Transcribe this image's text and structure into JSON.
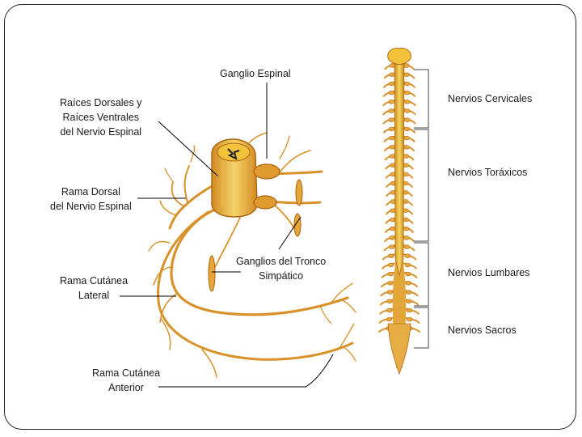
{
  "labels": {
    "ganglio_espinal": "Ganglio Espinal",
    "raices": [
      "Raíces Dorsales y",
      "Raíces Ventrales",
      "del Nervio Espinal"
    ],
    "rama_dorsal": [
      "Rama Dorsal",
      "del Nervio Espinal"
    ],
    "ganglios_tronco": [
      "Ganglios del Tronco",
      "Simpático"
    ],
    "rama_cutanea_lateral": [
      "Rama Cutánea",
      "Lateral"
    ],
    "rama_cutanea_anterior": [
      "Rama Cutánea",
      "Anterior"
    ],
    "nervios_cervicales": "Nervios Cervicales",
    "nervios_toraxicos": "Nervios Toráxicos",
    "nervios_lumbares": "Nervios Lumbares",
    "nervios_sacros": "Nervios Sacros"
  },
  "colors": {
    "nerve": "#d9912a",
    "nerve_dark": "#b06a16",
    "cord": "#f2c23a",
    "leader": "#000000",
    "bracket": "#444444"
  }
}
